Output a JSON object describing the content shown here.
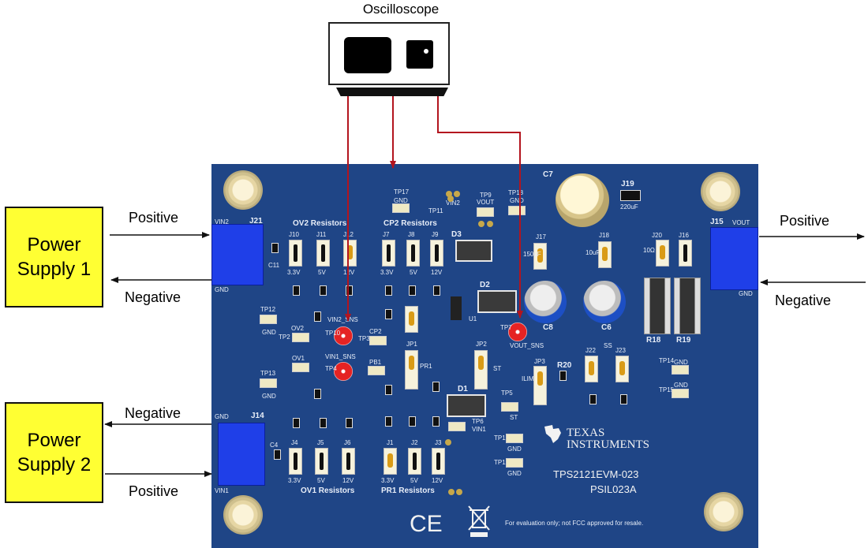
{
  "oscilloscope": {
    "title": "Oscilloscope"
  },
  "power_supply_1": {
    "label": "Power\nSupply 1",
    "positive_label": "Positive",
    "negative_label": "Negative"
  },
  "power_supply_2": {
    "label": "Power\nSupply 2",
    "negative_label": "Negative",
    "positive_label": "Positive"
  },
  "output": {
    "positive_label": "Positive",
    "negative_label": "Negative"
  },
  "board": {
    "terminals": {
      "j21": {
        "ref": "J21",
        "pin_top": "VIN2",
        "pin_bottom": "GND"
      },
      "j14": {
        "ref": "J14",
        "pin_top": "GND",
        "pin_bottom": "VIN1"
      },
      "j15": {
        "ref": "J15",
        "pin_top": "VOUT",
        "pin_bottom": "GND"
      }
    },
    "group_labels": {
      "ov2": "OV2 Resistors",
      "cp2": "CP2 Resistors",
      "ov1": "OV1 Resistors",
      "pr1": "PR1 Resistors"
    },
    "jumpers_top_left": [
      {
        "ref": "J10",
        "voltage": "3.3V"
      },
      {
        "ref": "J11",
        "voltage": "5V"
      },
      {
        "ref": "J12",
        "voltage": "12V"
      }
    ],
    "jumpers_top_mid": [
      {
        "ref": "J7",
        "voltage": "3.3V"
      },
      {
        "ref": "J8",
        "voltage": "5V"
      },
      {
        "ref": "J9",
        "voltage": "12V"
      }
    ],
    "jumpers_bottom_left": [
      {
        "ref": "J4",
        "voltage": "3.3V"
      },
      {
        "ref": "J5",
        "voltage": "5V"
      },
      {
        "ref": "J6",
        "voltage": "12V"
      }
    ],
    "jumpers_bottom_mid": [
      {
        "ref": "J1",
        "voltage": "3.3V"
      },
      {
        "ref": "J2",
        "voltage": "5V"
      },
      {
        "ref": "J3",
        "voltage": "12V"
      }
    ],
    "test_points": {
      "vin2_sns": "VIN2_SNS",
      "vin1_sns": "VIN1_SNS",
      "vout_sns": "VOUT_SNS",
      "tp17": "TP17",
      "tp17_net": "GND",
      "tp11": "TP11",
      "tp11_net": "VIN2",
      "tp9": "TP9",
      "tp9_net": "VOUT",
      "tp18": "TP18",
      "tp18_net": "GND",
      "tp12": "TP12",
      "tp12_net": "GND",
      "tp13": "TP13",
      "tp13_net": "GND",
      "tp16": "TP16",
      "tp16_net": "GND",
      "tp19": "TP19",
      "tp19_net": "GND",
      "tp14": "TP14",
      "tp14_net": "GND",
      "tp15": "TP15",
      "tp15_net": "GND",
      "tp5": "TP5",
      "tp5_net": "ST",
      "tp6": "TP6",
      "tp6_net": "VIN1",
      "tp2": "TP2",
      "tp7": "TP7",
      "tp10": "TP10",
      "tp4": "TP4",
      "tp3": "TP3"
    },
    "parts": {
      "c7": "C7",
      "c8": "C8",
      "c6": "C6",
      "c11": "C11",
      "c4": "C4",
      "d1": "D1",
      "d2": "D2",
      "d3": "D3",
      "u1": "U1",
      "j19": "J19",
      "j19_value": "220uF",
      "j17": "J17",
      "j17_value": "150uF",
      "j18": "J18",
      "j18_value": "10uF",
      "j20": "J20",
      "j20_value": "10Ω",
      "j16": "J16",
      "r18": "R18",
      "r19": "R19",
      "r20": "R20",
      "j22": "J22",
      "j23": "J23",
      "ss_label": "SS",
      "jp1": "JP1",
      "jp2": "JP2",
      "jp3": "JP3",
      "pr1": "PR1",
      "st": "ST",
      "ilim": "ILIM",
      "cp2": "CP2",
      "ov2": "OV2",
      "ov1": "OV1",
      "pb1": "PB1"
    },
    "brand_line1": "TEXAS",
    "brand_line2": "INSTRUMENTS",
    "model": "TPS2121EVM-023",
    "part_number": "PSIL023A",
    "ce_mark": "CE",
    "disclaimer": "For evaluation only; not FCC approved for resale."
  },
  "colors": {
    "pcb": "#1f4586",
    "supply_fill": "#ffff33",
    "probe_wire": "#b3141e",
    "terminal_block": "#1f3fe8"
  }
}
